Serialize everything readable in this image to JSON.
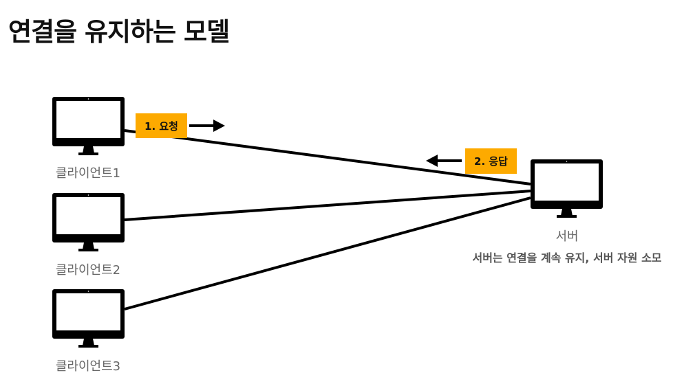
{
  "title": "연결을 유지하는 모델",
  "clients": [
    {
      "label": "클라이언트1"
    },
    {
      "label": "클라이언트2"
    },
    {
      "label": "클라이언트3"
    }
  ],
  "server": {
    "label": "서버",
    "caption": "서버는 연결을 계속 유지, 서버 자원 소모"
  },
  "steps": {
    "request": "1. 요청",
    "response": "2. 응답"
  },
  "colors": {
    "tag": "#fdaa00",
    "line": "#000000"
  }
}
